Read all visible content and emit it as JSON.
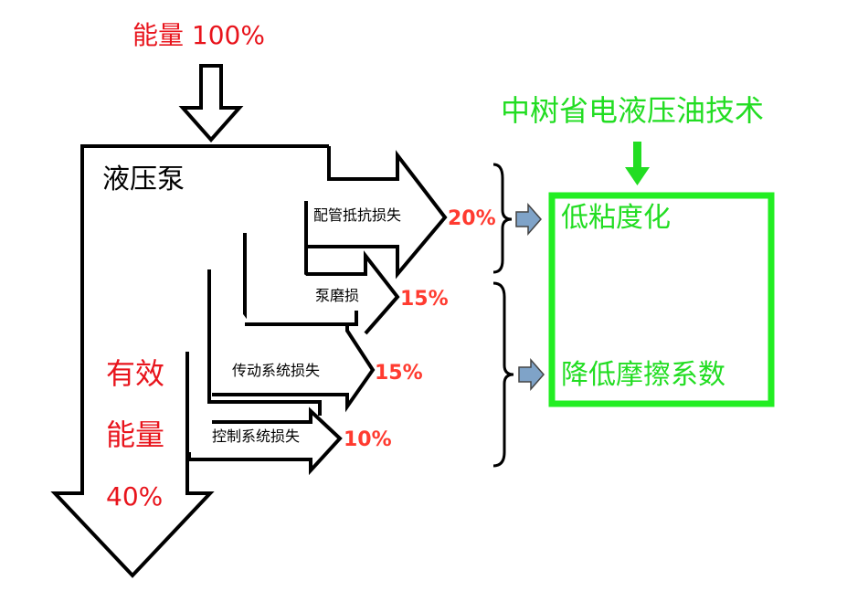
{
  "input_label": "能量 100%",
  "pump_label": "液压泵",
  "losses": [
    {
      "label": "配管抵抗损失",
      "percent": "20%"
    },
    {
      "label": "泵磨损",
      "percent": "15%"
    },
    {
      "label": "传动系统损失",
      "percent": "15%"
    },
    {
      "label": "控制系统损失",
      "percent": "10%"
    }
  ],
  "effective": {
    "line1": "有效",
    "line2": "能量",
    "line3": "40%"
  },
  "technology_title": "中树省电液压油技术",
  "solutions": [
    "低粘度化",
    "降低摩擦系数"
  ],
  "colors": {
    "red": "#e8141c",
    "green": "#22dd22",
    "percent": "#ff3b30",
    "connector": "#7fa3c8"
  }
}
